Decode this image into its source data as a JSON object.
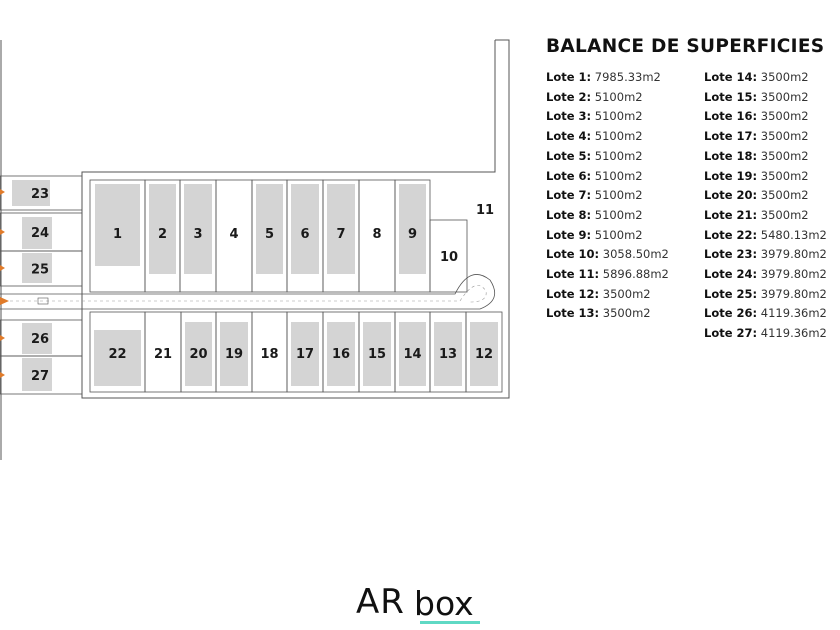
{
  "plan": {
    "top_lots": [
      "1",
      "2",
      "3",
      "4",
      "5",
      "6",
      "7",
      "8",
      "9"
    ],
    "bottom_lots": [
      "22",
      "21",
      "20",
      "19",
      "18",
      "17",
      "16",
      "15",
      "14",
      "13",
      "12"
    ],
    "lot_10": "10",
    "lot_11": "11",
    "left_lots": [
      "23",
      "24",
      "25",
      "26",
      "27"
    ]
  },
  "balance": {
    "title": "BALANCE DE SUPERFICIES",
    "left_column": [
      {
        "label": "Lote 1:",
        "value": "7985.33m2"
      },
      {
        "label": "Lote 2:",
        "value": "5100m2"
      },
      {
        "label": "Lote 3:",
        "value": "5100m2"
      },
      {
        "label": "Lote 4:",
        "value": "5100m2"
      },
      {
        "label": "Lote 5:",
        "value": "5100m2"
      },
      {
        "label": "Lote 6:",
        "value": "5100m2"
      },
      {
        "label": "Lote 7:",
        "value": "5100m2"
      },
      {
        "label": "Lote 8:",
        "value": "5100m2"
      },
      {
        "label": "Lote 9:",
        "value": "5100m2"
      },
      {
        "label": "Lote 10:",
        "value": "3058.50m2"
      },
      {
        "label": "Lote 11:",
        "value": "5896.88m2"
      },
      {
        "label": "Lote 12:",
        "value": "3500m2"
      },
      {
        "label": "Lote 13:",
        "value": "3500m2"
      }
    ],
    "right_column": [
      {
        "label": "Lote 14:",
        "value": "3500m2"
      },
      {
        "label": "Lote 15:",
        "value": "3500m2"
      },
      {
        "label": "Lote 16:",
        "value": "3500m2"
      },
      {
        "label": "Lote 17:",
        "value": "3500m2"
      },
      {
        "label": "Lote 18:",
        "value": "3500m2"
      },
      {
        "label": "Lote 19:",
        "value": "3500m2"
      },
      {
        "label": "Lote 20:",
        "value": "3500m2"
      },
      {
        "label": "Lote 21:",
        "value": "3500m2"
      },
      {
        "label": "Lote 22:",
        "value": "5480.13m2"
      },
      {
        "label": "Lote 23:",
        "value": "3979.80m2"
      },
      {
        "label": "Lote 24:",
        "value": "3979.80m2"
      },
      {
        "label": "Lote 25:",
        "value": "3979.80m2"
      },
      {
        "label": "Lote 26:",
        "value": "4119.36m2"
      },
      {
        "label": "Lote 27:",
        "value": "4119.36m2"
      }
    ]
  },
  "logo": {
    "part1": "AR",
    "part2": "box"
  },
  "colors": {
    "building": "#d4d4d4",
    "line": "#555555",
    "arrow": "#e07b2a",
    "logo_accent": "#5fd9c4"
  }
}
